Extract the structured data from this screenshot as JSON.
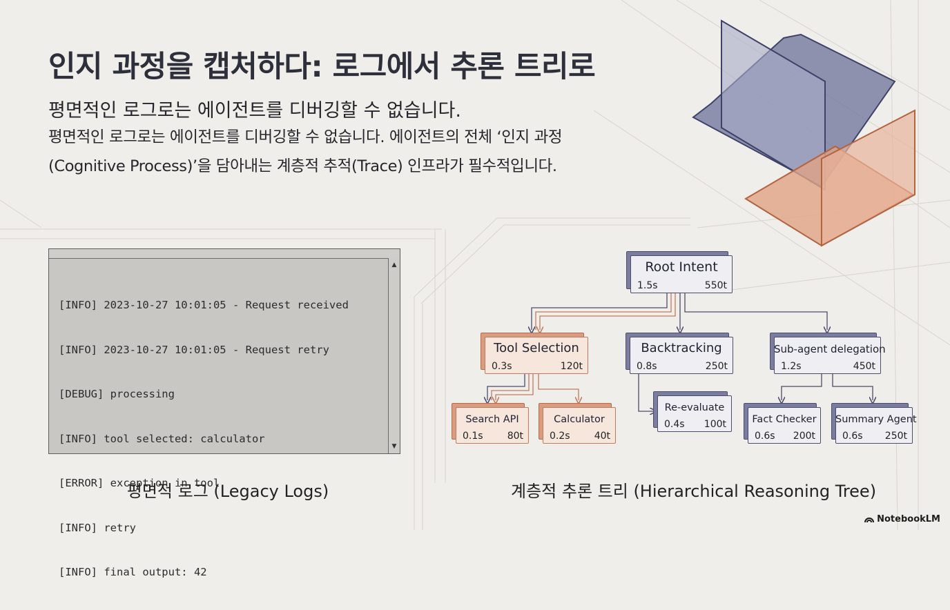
{
  "header": {
    "title": "인지 과정을 캡처하다: 로그에서 추론 트리로",
    "subtitle": "평면적인 로그로는 에이전트를 디버깅할 수 없습니다.",
    "description": "평면적인 로그로는 에이전트를 디버깅할 수 없습니다. 에이전트의 전체 ‘인지 과정(Cognitive Process)’을 담아내는 계층적 추적(Trace) 인프라가 필수적입니다."
  },
  "legacy_logs": {
    "lines": [
      "[INFO] 2023-10-27 10:01:05 - Request received",
      "[INFO] 2023-10-27 10:01:05 - Request retry",
      "[DEBUG] processing",
      "[INFO] tool selected: calculator",
      "[ERROR] exception in tool",
      "[INFO] retry",
      "[INFO] final output: 42"
    ],
    "caption": "평면적 로그 (Legacy Logs)"
  },
  "reasoning_tree": {
    "caption": "계층적 추론 트리 (Hierarchical Reasoning Tree)",
    "nodes": {
      "root": {
        "label": "Root Intent",
        "time": "1.5s",
        "tokens": "550t"
      },
      "tool_selection": {
        "label": "Tool Selection",
        "time": "0.3s",
        "tokens": "120t"
      },
      "backtracking": {
        "label": "Backtracking",
        "time": "0.8s",
        "tokens": "250t"
      },
      "subagent": {
        "label": "Sub-agent delegation",
        "time": "1.2s",
        "tokens": "450t"
      },
      "search_api": {
        "label": "Search API",
        "time": "0.1s",
        "tokens": "80t"
      },
      "calculator": {
        "label": "Calculator",
        "time": "0.2s",
        "tokens": "40t"
      },
      "reevaluate": {
        "label": "Re-evaluate",
        "time": "0.4s",
        "tokens": "100t"
      },
      "fact_checker": {
        "label": "Fact Checker",
        "time": "0.6s",
        "tokens": "200t"
      },
      "summary_agent": {
        "label": "Summary Agent",
        "time": "0.6s",
        "tokens": "250t"
      }
    }
  },
  "brand": {
    "name": "NotebookLM"
  },
  "colors": {
    "navy": "#4a4c6a",
    "orange": "#c27a5a",
    "background": "#f0eeea"
  }
}
